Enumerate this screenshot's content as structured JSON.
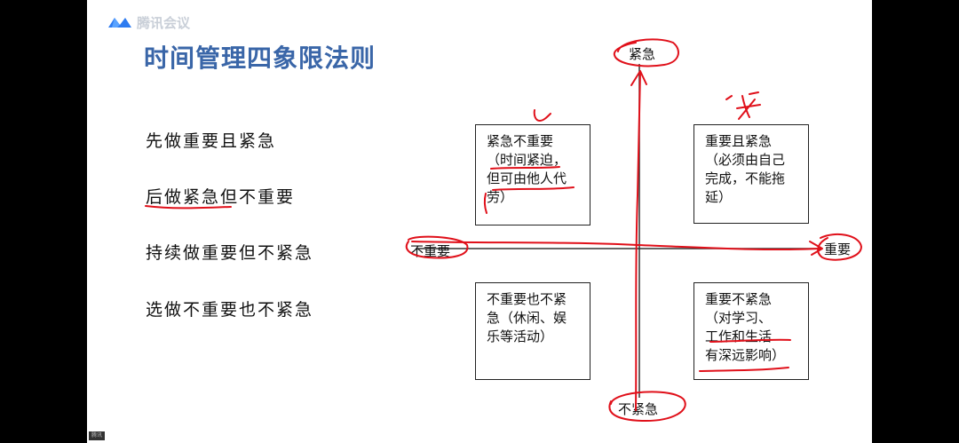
{
  "app": {
    "logo_text": "腾讯会议",
    "corner_tag": "腾讯"
  },
  "slide": {
    "title": "时间管理四象限法则",
    "rules": [
      "先做重要且紧急",
      "后做紧急但不重要",
      "持续做重要但不紧急",
      "选做不重要也不紧急"
    ],
    "axes": {
      "top": "紧急",
      "bottom": "不紧急",
      "left": "不重要",
      "right": "重要"
    },
    "quadrants": {
      "top_left": [
        "紧急不重要",
        "（时间紧迫，",
        "但可由他人代",
        "劳）"
      ],
      "top_right": [
        "重要且紧急",
        "（必须由自己",
        "完成，不能拖",
        "延）"
      ],
      "bottom_left": [
        "不重要也不紧",
        "急（休闲、娱",
        "乐等活动）"
      ],
      "bottom_right": [
        "重要不紧急",
        "（对学习、",
        "工作和生活",
        "有深远影响）"
      ]
    }
  },
  "colors": {
    "title": "#3a66a8",
    "annotation": "#e0101a",
    "logo": "#2d7bf0"
  }
}
